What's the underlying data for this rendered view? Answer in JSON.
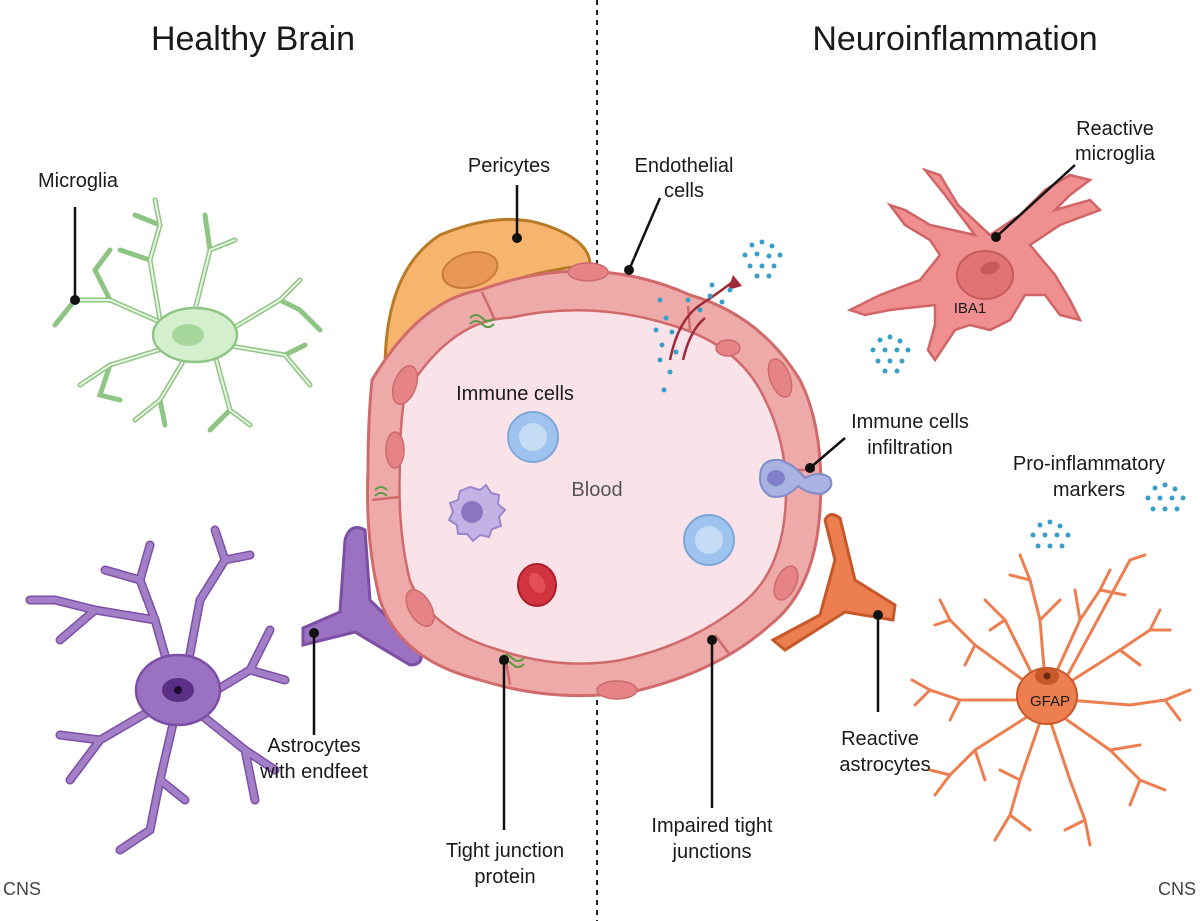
{
  "titles": {
    "left": "Healthy Brain",
    "right": "Neuroinflammation"
  },
  "labels": {
    "microglia": "Microglia",
    "pericytes": "Pericytes",
    "endothelial_line1": "Endothelial",
    "endothelial_line2": "cells",
    "reactive_microglia_line1": "Reactive",
    "reactive_microglia_line2": "microglia",
    "iba1": "IBA1",
    "immune_cells": "Immune cells",
    "blood": "Blood",
    "immune_infiltration_line1": "Immune cells",
    "immune_infiltration_line2": "infiltration",
    "proinflammatory_line1": "Pro-inflammatory",
    "proinflammatory_line2": "markers",
    "astrocytes_line1": "Astrocytes",
    "astrocytes_line2": "with endfeet",
    "tight_junction_line1": "Tight junction",
    "tight_junction_line2": "protein",
    "impaired_line1": "Impaired tight",
    "impaired_line2": "junctions",
    "reactive_astrocytes_line1": "Reactive",
    "reactive_astrocytes_line2": "astrocytes",
    "gfap": "GFAP",
    "cns_left": "CNS",
    "cns_right": "CNS"
  },
  "colors": {
    "microglia": "#cdeac6",
    "microglia_stroke": "#8fc584",
    "reactive_microglia": "#ef8f8f",
    "astrocyte": "#9e77c2",
    "reactive_astrocyte": "#ec7e4f",
    "pericyte": "#f6b46e",
    "endothelial": "#eeaaa9",
    "endothelial_stroke": "#d06a6b",
    "lumen": "#fae3e8",
    "immune_cell": "#9ec3ee",
    "red_blood_cell": "#d2343f",
    "marker_dots": "#3a9fc7"
  }
}
